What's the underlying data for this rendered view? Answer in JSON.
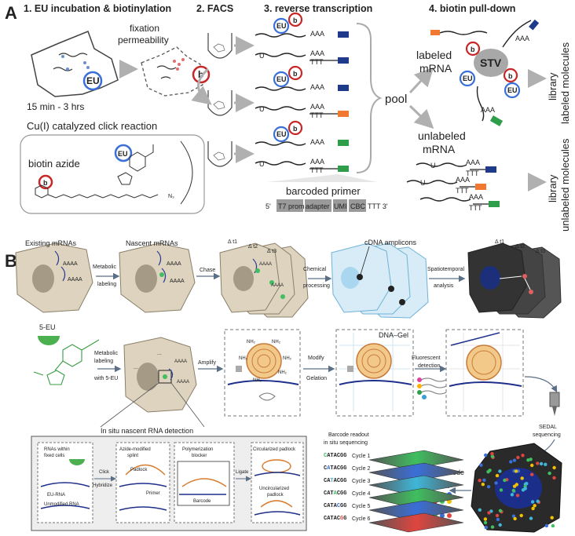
{
  "panel_a": {
    "label": "A",
    "steps": [
      "1. EU incubation & biotinylation",
      "2. FACS",
      "3. reverse transcription",
      "4. biotin pull-down"
    ],
    "fixation": "fixation",
    "permeability": "permeability",
    "eu": "EU",
    "b": "b",
    "duration": "15 min - 3 hrs",
    "click_title": "Cu(I) catalyzed click reaction",
    "biotin_azide": "biotin azide",
    "n3": "N₃",
    "aaa": "AAA",
    "ttt": "TTT",
    "u": "U",
    "pool": "pool",
    "labeled_1": "labeled",
    "labeled_2": "mRNA",
    "unlabeled_1": "unlabeled",
    "unlabeled_2": "mRNA",
    "stv": "STV",
    "lib1_1": "library",
    "lib1_2": "labeled molecules",
    "lib2_1": "library",
    "lib2_2": "unlabeled molecules",
    "barcoded_primer": "barcoded primer",
    "primer": [
      "5'",
      "T7 prom",
      "adapter",
      "UMI",
      "CBC",
      "TTT 3'"
    ]
  },
  "panel_b": {
    "label": "B",
    "existing": "Existing mRNAs",
    "nascent": "Nascent mRNAs",
    "metabolic_1": "Metabolic",
    "metabolic_2": "labeling",
    "chase": "Chase",
    "dt1": "Δ t1",
    "dt2": "Δ t2",
    "dt3": "Δ t3",
    "cdna": "cDNA amplicons",
    "chem_1": "Chemical",
    "chem_2": "processing",
    "spatio_1": "Spatiotemporal",
    "spatio_2": "analysis",
    "aaaa": "AAAA",
    "five_eu": "5-EU",
    "ml_1": "Metabolic",
    "ml_2": "labeling",
    "ml_3": "with 5-EU",
    "amplify": "Amplify",
    "nh2": "NH₂",
    "dna_gel": "DNA–Gel",
    "modify": "Modify",
    "gelation": "Gelation",
    "fluor_1": "Fluorescent",
    "fluor_2": "detection",
    "sedal_1": "SEDAL",
    "sedal_2": "sequencing",
    "insitu": "In situ nascent RNA detection",
    "rnas_fixed_1": "RNAs within",
    "rnas_fixed_2": "fixed cells",
    "eu_rna": "EU-RNA",
    "unmod_rna": "Unmodified RNA",
    "click": "Click",
    "hybridize": "Hybridize",
    "azide_1": "Azide-modified",
    "azide_2": "splint",
    "padlock": "Padlock",
    "primer_lbl": "Primer",
    "poly_1": "Polymerization",
    "poly_2": "blocker",
    "barcode": "Barcode",
    "ligate": "Ligate",
    "circ": "Circularized padlock",
    "uncirc_1": "Uncircularized",
    "uncirc_2": "padlock",
    "readout_1": "Barcode readout",
    "readout_2": "in situ sequencing",
    "barcode_seq": "CATACGG",
    "cycles": [
      "Cycle 1",
      "Cycle 2",
      "Cycle 3",
      "Cycle 4",
      "Cycle 5",
      "Cycle 6"
    ],
    "decode": "Decode",
    "bases": [
      "A",
      "C",
      "G",
      "T"
    ],
    "dots": "..."
  }
}
